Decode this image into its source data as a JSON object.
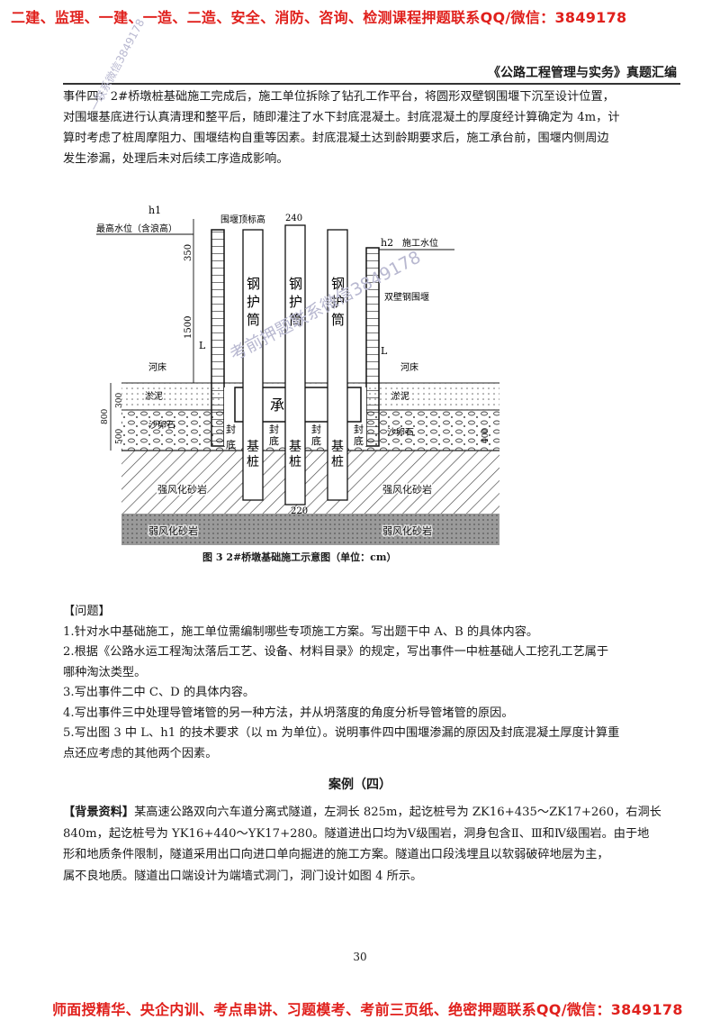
{
  "top_banner": "二建、监理、一建、一造、二造、安全、消防、咨询、检测课程押题联系QQ/微信：3849178",
  "header_title": "《公路工程管理与实务》真题汇编",
  "event_four": [
    "事件四：2#桥墩桩基础施工完成后，施工单位拆除了钻孔工作平台，将圆形双壁钢围堰下沉至设计位置，",
    "对围堰基底进行认真清理和整平后，随即灌注了水下封底混凝土。封底混凝土的厚度经计算确定为 4m，计",
    "算时考虑了桩周摩阻力、围堰结构自重等因素。封底混凝土达到龄期要求后，施工承台前，围堰内侧周边",
    "发生渗漏，处理后未对后续工序造成影响。"
  ],
  "diagram": {
    "labels": {
      "h1": "h1",
      "h2": "h2",
      "highest_water": "最高水位（含浪高）",
      "cofferdam_top": "围堰顶标高",
      "construction_water": "施工水位",
      "double_wall": "双壁钢围堰",
      "riverbed_left": "河床",
      "riverbed_right": "河床",
      "L_left": "L",
      "L_right": "L",
      "dim_350": "350",
      "dim_1500": "1500",
      "dim_240": "240",
      "dim_220": "220",
      "dim_300": "300",
      "dim_500": "500",
      "dim_800": "800",
      "dim_400": "400",
      "casing": "钢护筒",
      "cap": "承台",
      "pile": "基桩",
      "seal": "封底",
      "silt": "淤泥",
      "gravel": "沙卵石",
      "strong_rock": "强风化砂岩",
      "weak_rock": "弱风化砂岩"
    },
    "caption": "图 3   2#桥墩基础施工示意图（单位：cm）"
  },
  "questions_heading": "【问题】",
  "questions": [
    "1.针对水中基础施工，施工单位需编制哪些专项施工方案。写出题干中 A、B 的具体内容。",
    "2.根据《公路水运工程淘汰落后工艺、设备、材料目录》的规定，写出事件一中桩基础人工挖孔工艺属于",
    "哪种淘汰类型。",
    "3.写出事件二中 C、D 的具体内容。",
    "4.写出事件三中处理导管堵管的另一种方法，并从坍落度的角度分析导管堵管的原因。",
    "5.写出图 3 中 L、h1 的技术要求（以 m 为单位）。说明事件四中围堰渗漏的原因及封底混凝土厚度计算重",
    "点还应考虑的其他两个因素。"
  ],
  "case_title": "案例（四）",
  "background_label": "【背景资料】",
  "background": [
    "某高速公路双向六车道分离式隧道，左洞长 825m，起讫桩号为 ZK16+435～ZK17+260，右洞长",
    "840m，起讫桩号为 YK16+440～YK17+280。隧道进出口均为Ⅴ级围岩，洞身包含Ⅱ、Ⅲ和Ⅳ级围岩。由于地",
    "形和地质条件限制，隧道采用出口向进口单向掘进的施工方案。隧道出口段浅埋且以软弱破碎地层为主，",
    "属不良地质。隧道出口端设计为端墙式洞门，洞门设计如图 4 所示。"
  ],
  "page_number": "30",
  "watermarks": [
    "一联系微信3849178",
    "考前押题联系微信3849178"
  ],
  "bottom_banner": "师面授精华、央企内训、考点串讲、习题模考、考前三页纸、绝密押题联系QQ/微信：3849178"
}
